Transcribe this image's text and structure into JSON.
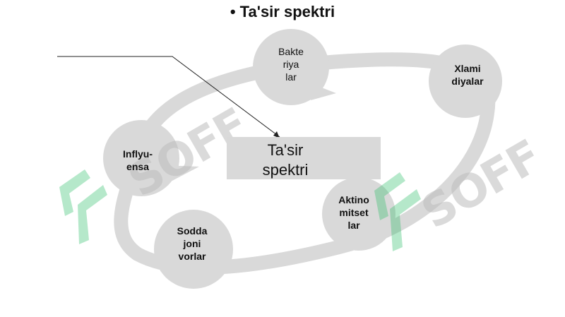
{
  "title": "• Ta'sir spektri",
  "center": {
    "line1": "Ta'sir",
    "line2": "spektri"
  },
  "nodes": [
    {
      "id": "bakteriyalar",
      "text": "Bakte\nriya\nlar"
    },
    {
      "id": "xlamidiyalar",
      "text": "Xlami\ndiyalar"
    },
    {
      "id": "influensa",
      "text": "Inflyu-\nensa"
    },
    {
      "id": "aktinomitsetlar",
      "text": "Aktino\nmitset\nlar"
    },
    {
      "id": "soddajonivorlar",
      "text": "Sodda\njoni\nvorlar"
    }
  ],
  "watermark": "SOFF",
  "colors": {
    "node_fill": "#d9d9d9",
    "ring_stroke": "#d9d9d9",
    "center_fill": "#d9d9d9",
    "watermark_green": "#2fbf6a",
    "watermark_gray": "#bdbdbd"
  }
}
